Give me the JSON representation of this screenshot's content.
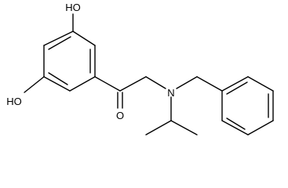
{
  "molecule": {
    "atoms": {
      "hydroxyl_top": "HO",
      "hydroxyl_left": "HO",
      "carbonyl_oxygen": "O",
      "amine_nitrogen": "N"
    },
    "colors": {
      "line": "#000000",
      "background": "#ffffff"
    }
  }
}
